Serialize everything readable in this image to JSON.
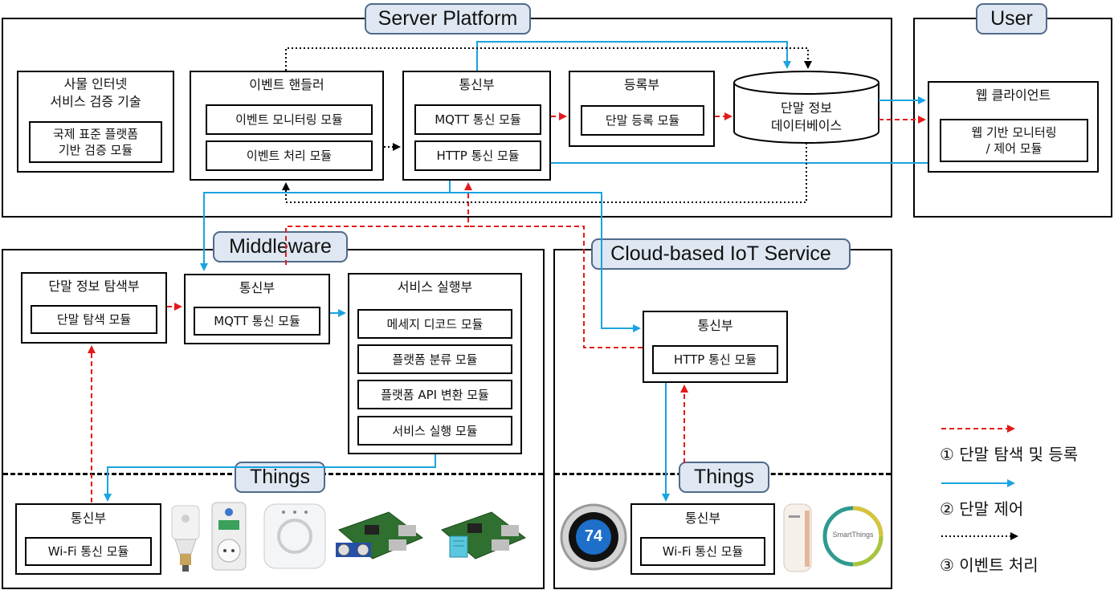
{
  "server": {
    "label": "Server Platform",
    "verify": {
      "title": "사물 인터넷\n서비스 검증 기술",
      "module": "국제 표준 플랫폼\n기반 검증 모듈"
    },
    "event_handler": {
      "title": "이벤트 핸들러",
      "monitor": "이벤트 모니터링 모듈",
      "process": "이벤트 처리 모듈"
    },
    "comm": {
      "title": "통신부",
      "mqtt": "MQTT 통신 모듈",
      "http": "HTTP 통신 모듈"
    },
    "register": {
      "title": "등록부",
      "module": "단말 등록 모듈"
    },
    "database": "단말 정보\n데이터베이스"
  },
  "user": {
    "label": "User",
    "web_client": {
      "title": "웹 클라이언트",
      "module": "웹 기반 모니터링\n/ 제어 모듈"
    }
  },
  "middleware": {
    "label": "Middleware",
    "discovery": {
      "title": "단말 정보 탐색부",
      "module": "단말 탐색 모듈"
    },
    "comm": {
      "title": "통신부",
      "mqtt": "MQTT 통신 모듈"
    },
    "service": {
      "title": "서비스 실행부",
      "modules": [
        "메세지 디코드 모듈",
        "플랫폼 분류 모듈",
        "플랫폼 API 변환 모듈",
        "서비스 실행 모듈"
      ]
    },
    "things_label": "Things",
    "things_comm": {
      "title": "통신부",
      "module": "Wi-Fi 통신 모듈"
    }
  },
  "cloud": {
    "label": "Cloud-based IoT Service",
    "comm": {
      "title": "통신부",
      "module": "HTTP 통신 모듈"
    },
    "things_label": "Things",
    "things_comm": {
      "title": "통신부",
      "module": "Wi-Fi 통신 모듈"
    },
    "thermostat_reading": "74",
    "smartthings_text": "SmartThings"
  },
  "legend": {
    "items": [
      {
        "label": "① 단말 탐색 및 등록",
        "style": "red-dashed",
        "color": "#e41a1a"
      },
      {
        "label": "② 단말 제어",
        "style": "blue-solid",
        "color": "#1aa3e0"
      },
      {
        "label": "③ 이벤트 처리",
        "style": "black-dotted",
        "color": "#000000"
      }
    ]
  },
  "icons": [
    "led-bulb-icon",
    "smart-plug-icon",
    "hue-bridge-icon",
    "raspberry-pi-sensor-icon",
    "raspberry-pi-dht-icon",
    "nest-thermostat-icon",
    "plug-device-icon",
    "smartthings-hub-icon"
  ]
}
